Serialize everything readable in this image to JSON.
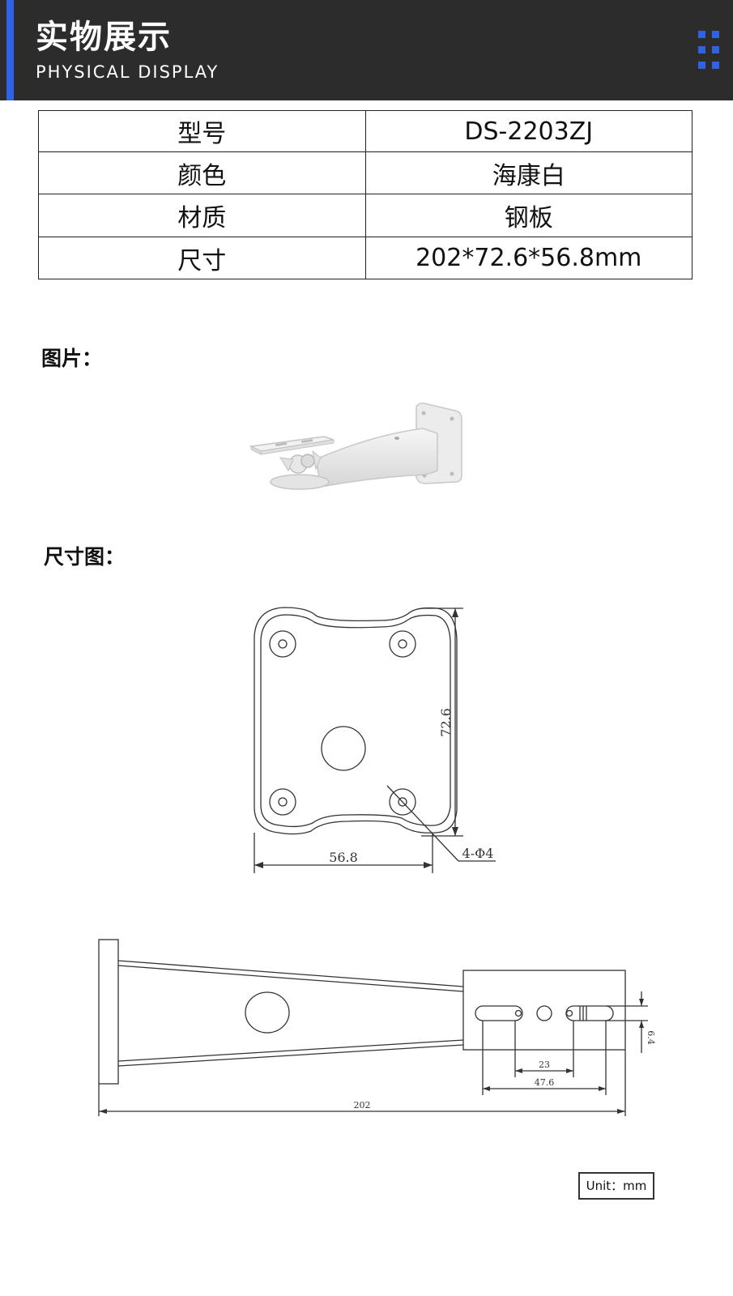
{
  "header": {
    "title": "实物展示",
    "subtitle": "PHYSICAL  DISPLAY",
    "accent_color": "#2f63e6",
    "background_color": "#2c2c2c",
    "icon": "grid-dots-icon"
  },
  "specs": {
    "rows": [
      {
        "label": "型号",
        "value": "DS-2203ZJ"
      },
      {
        "label": "颜色",
        "value": "海康白"
      },
      {
        "label": "材质",
        "value": "钢板"
      },
      {
        "label": "尺寸",
        "value": "202*72.6*56.8mm"
      }
    ]
  },
  "photo_section": {
    "label": "图片："
  },
  "dimension_section": {
    "label": "尺寸图："
  },
  "front_view": {
    "height_label": "72.6",
    "width_label": "56.8",
    "hole_label": "4-Φ4"
  },
  "side_view": {
    "length_label": "202",
    "slot_spacing_label": "23",
    "slot_span_label": "47.6",
    "slot_height_label": "6.4"
  },
  "unit_label": "Unit：mm"
}
